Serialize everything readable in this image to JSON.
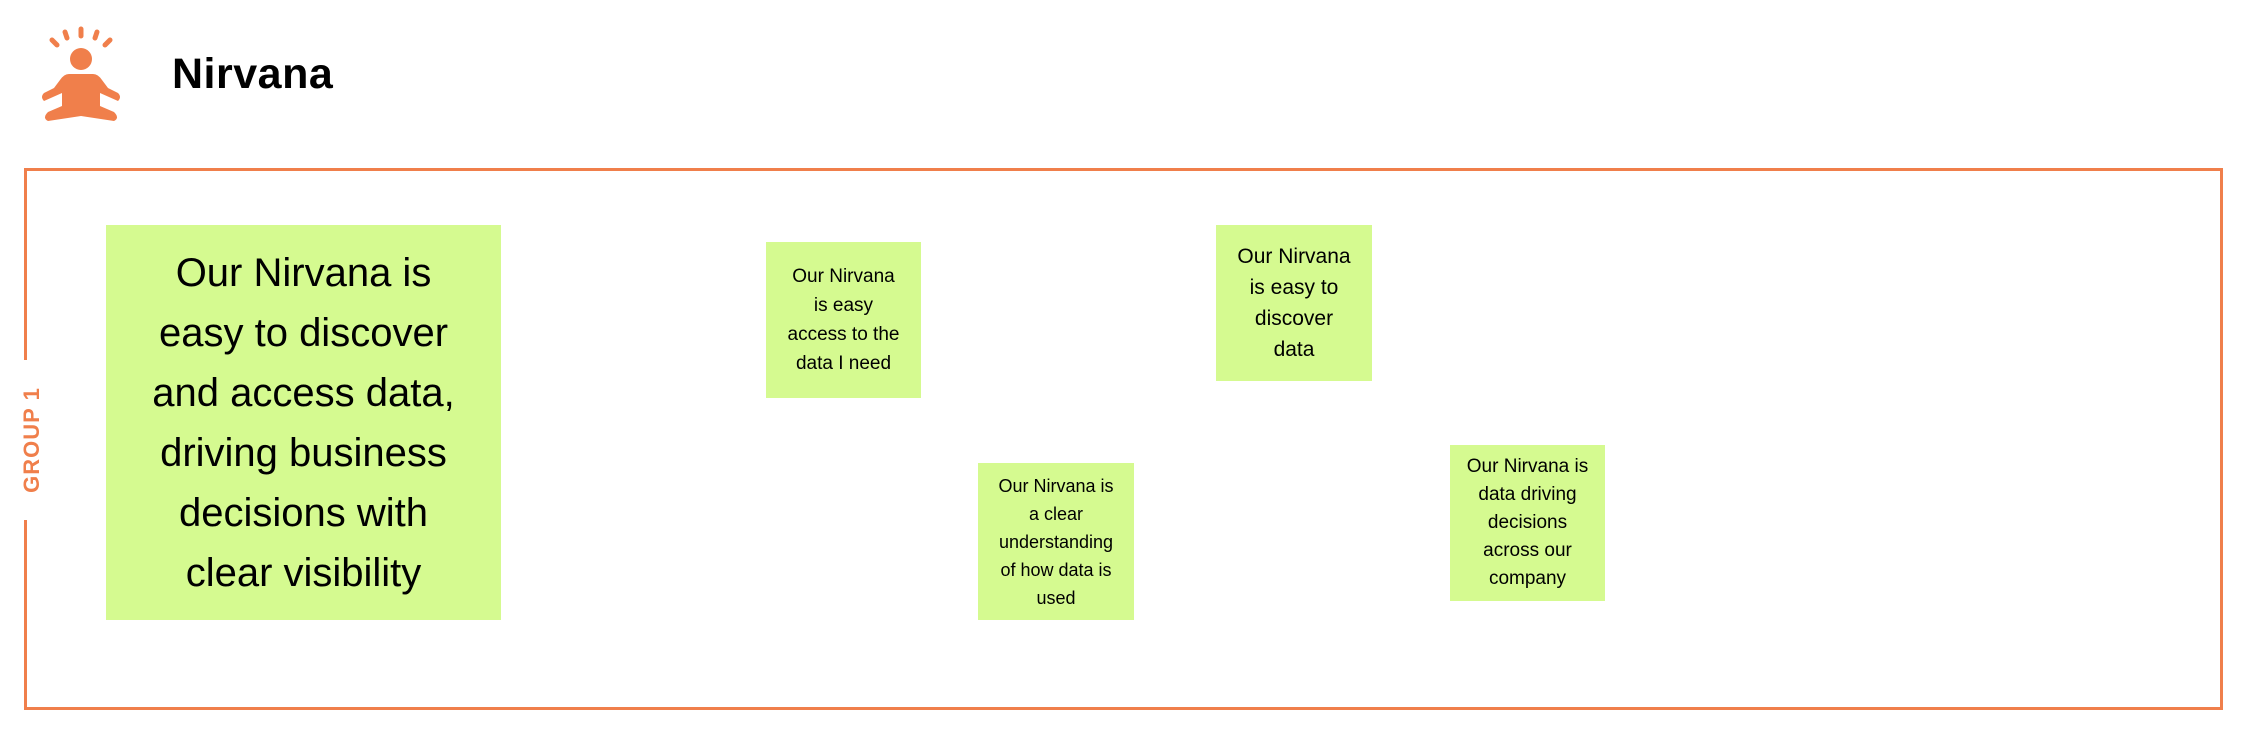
{
  "header": {
    "title": "Nirvana",
    "icon": "meditation-icon",
    "accent": "#F07F4B"
  },
  "group": {
    "label": "GROUP 1",
    "border_color": "#F07F4B"
  },
  "notes": [
    {
      "color": "#D5FA90",
      "lines": [
        "Our Nirvana is",
        "easy to discover",
        "and access data,",
        "driving business",
        "decisions with",
        "clear visibility"
      ]
    },
    {
      "color": "#D5FA90",
      "lines": [
        "Our Nirvana",
        "is easy",
        "access to the",
        "data I need"
      ]
    },
    {
      "color": "#D5FA90",
      "lines": [
        "Our Nirvana",
        "is easy to",
        "discover",
        "data"
      ]
    },
    {
      "color": "#D5FA90",
      "lines": [
        "Our Nirvana is",
        "a clear",
        "understanding",
        "of how data is",
        "used"
      ]
    },
    {
      "color": "#D5FA90",
      "lines": [
        "Our Nirvana is",
        "data driving",
        "decisions",
        "across our",
        "company"
      ]
    }
  ]
}
